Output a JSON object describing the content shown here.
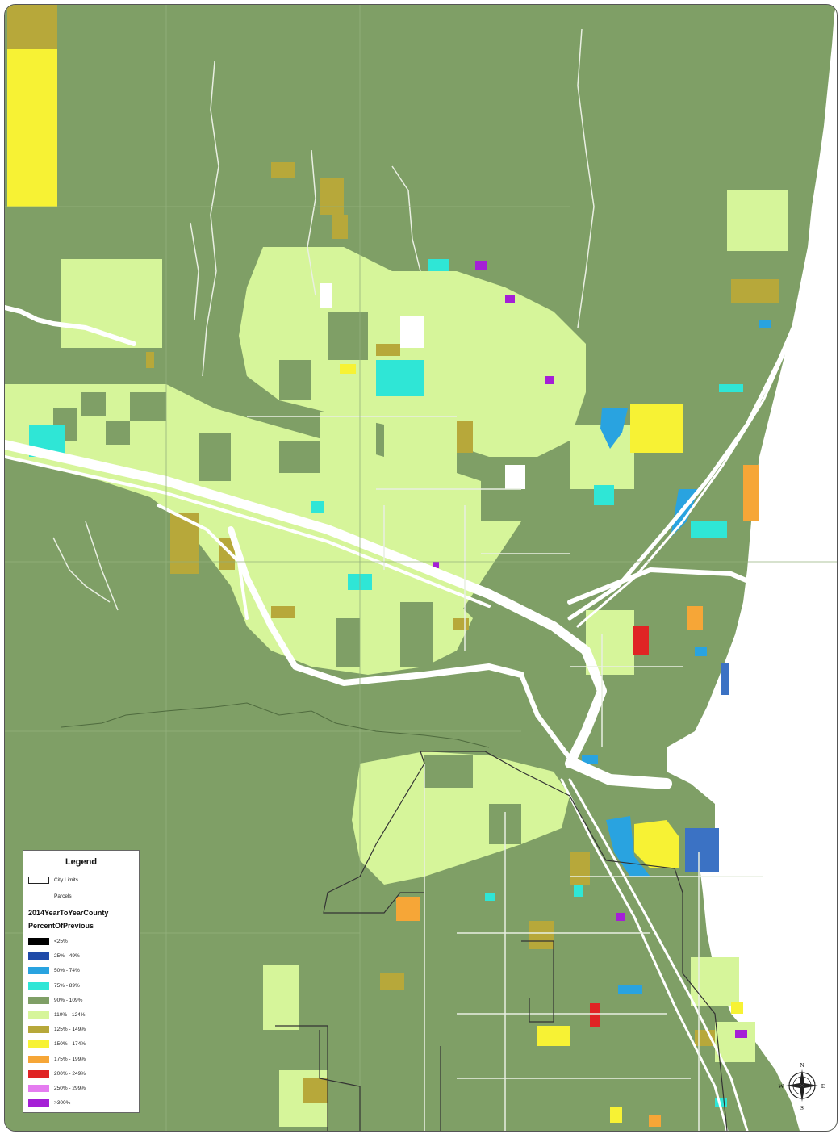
{
  "legend": {
    "title": "Legend",
    "city_limits_label": "City Limits",
    "parcels_label": "Parcels",
    "layer_name_line1": "2014YearToYearCounty",
    "layer_name_line2": "PercentOfPrevious",
    "classes": [
      {
        "label": "<25%",
        "color": "#000000"
      },
      {
        "label": "25% - 49%",
        "color": "#1f4aa8"
      },
      {
        "label": "50% - 74%",
        "color": "#29a3e0"
      },
      {
        "label": "75% - 89%",
        "color": "#2fe6d6"
      },
      {
        "label": "90% - 109%",
        "color": "#7f9f66"
      },
      {
        "label": "110% - 124%",
        "color": "#d6f59a"
      },
      {
        "label": "125% - 149%",
        "color": "#b7a83a"
      },
      {
        "label": "150% - 174%",
        "color": "#f7f234"
      },
      {
        "label": "175% - 199%",
        "color": "#f6a637"
      },
      {
        "label": "200% - 249%",
        "color": "#e02424"
      },
      {
        "label": "250% - 299%",
        "color": "#e57cf0"
      },
      {
        "label": ">300%",
        "color": "#a51fd6"
      }
    ]
  },
  "compass": {
    "n": "N",
    "s": "S",
    "e": "E",
    "w": "W"
  },
  "colors": {
    "base": "#7f9f66",
    "light_green": "#d6f59a",
    "olive": "#b7a83a",
    "yellow": "#f7f234",
    "cyan": "#2fe6d6",
    "blue": "#29a3e0",
    "dark_blue": "#3b72c4",
    "orange": "#f6a637",
    "red": "#e02424",
    "purple": "#a51fd6",
    "water": "#ffffff"
  }
}
